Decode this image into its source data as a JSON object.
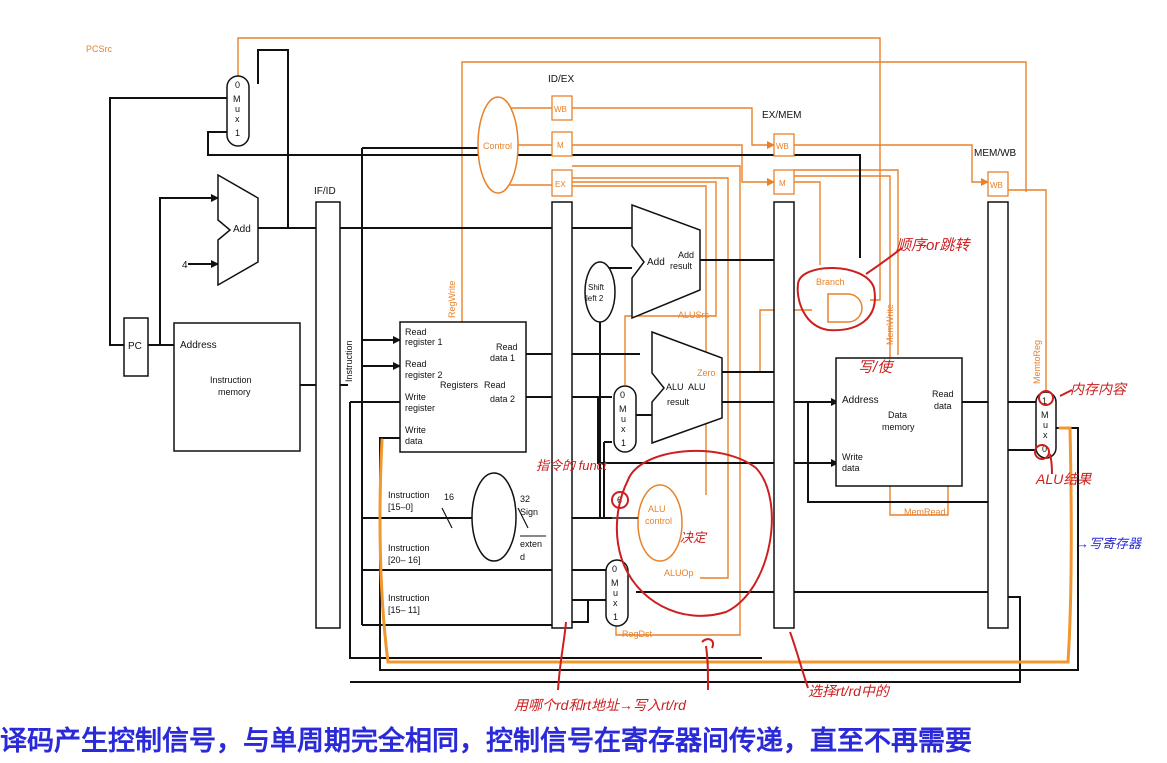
{
  "colors": {
    "black": "#111111",
    "orange": "#e8822a",
    "red": "#cc1f1f",
    "blue": "#2a2ad8",
    "hl_orange": "#f0972f"
  },
  "labels": {
    "pcsrc": "PCSrc",
    "pc": "PC",
    "mux_top": [
      "0",
      "M",
      "u",
      "x",
      "1"
    ],
    "add_small": "Add",
    "four": "4",
    "address": "Address",
    "instruction_memory_1": "Instruction",
    "instruction_memory_2": "memory",
    "ifid": "IF/ID",
    "instruction_vertical": "Instruction",
    "idex": "ID/EX",
    "exmem": "EX/MEM",
    "memwb": "MEM/WB",
    "wb": "WB",
    "m": "M",
    "ex": "EX",
    "control": "Control",
    "regwrite": "RegWrite",
    "reg_read_reg1_a": "Read",
    "reg_read_reg1_b": "register 1",
    "reg_read_reg2_a": "Read",
    "reg_read_reg2_b": "register 2",
    "reg_write_reg_a": "Write",
    "reg_write_reg_b": "register",
    "reg_write_data_a": "Write",
    "reg_write_data_b": "data",
    "reg_registers": "Registers",
    "reg_read_data1_a": "Read",
    "reg_read_data1_b": "data 1",
    "reg_read_data2_a": "Read",
    "reg_read_data2_b": "data 2",
    "shift_a": "Shift",
    "shift_b": "left 2",
    "add_big": "Add",
    "add_result_a": "Add",
    "add_result_b": "result",
    "alusrc": "ALUSrc",
    "zero": "Zero",
    "alu_a": "ALU",
    "alu_b": "ALU",
    "alu_result": "result",
    "mux_alu": [
      "0",
      "M",
      "u",
      "x",
      "1"
    ],
    "branch": "Branch",
    "memwrite": "MemWrite",
    "dm_address": "Address",
    "dm_data_a": "Data",
    "dm_data_b": "memory",
    "dm_read_a": "Read",
    "dm_read_b": "data",
    "dm_write_a": "Write",
    "dm_write_b": "data",
    "memread": "MemRead",
    "memtoreg": "MemtoReg",
    "mux_wb": [
      "1",
      "M",
      "u",
      "x",
      "0"
    ],
    "instr_15_0_a": "Instruction",
    "instr_15_0_b": "[15–0]",
    "sixteen": "16",
    "sign_32": "32",
    "sign_a": "Sign",
    "sign_b": "exten",
    "sign_c": "d",
    "six": "6",
    "alu_control_a": "ALU",
    "alu_control_b": "control",
    "aluop": "ALUOp",
    "instr_20_16_a": "Instruction",
    "instr_20_16_b": "[20– 16]",
    "instr_15_11_a": "Instruction",
    "instr_15_11_b": "[15– 11]",
    "mux_dst": [
      "0",
      "M",
      "u",
      "x",
      "1"
    ],
    "regdst": "RegDst"
  },
  "annotations": {
    "sequence_or_jump": "顺序or跳转",
    "write_enable": "写/使",
    "memory_content": "内存内容",
    "alu_result_note": "ALU结果",
    "to_reg_file": "→写寄存器",
    "opcode_funct": "指令的 funct",
    "decided": "决定",
    "use_rt_rd": "用哪个rd和rt地址→写入rt/rd",
    "rt_rd_select": "选择rt/rd中的"
  },
  "caption": "译码产生控制信号，与单周期完全相同，控制信号在寄存器间传递，直至不再需要"
}
